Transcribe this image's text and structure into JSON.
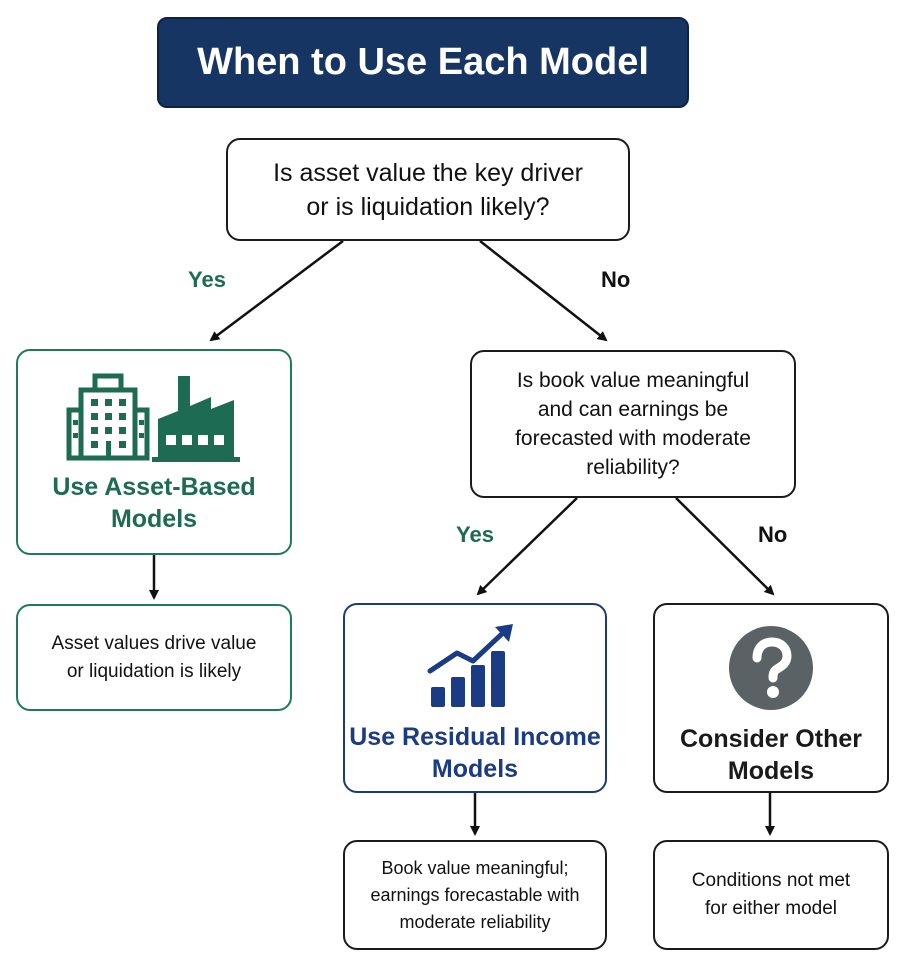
{
  "title": "When to Use Each Model",
  "question1": {
    "line1": "Is asset value the key driver",
    "line2": "or is liquidation likely?"
  },
  "question2": {
    "line1": "Is book value meaningful",
    "line2": "and can earnings be",
    "line3": "forecasted with moderate",
    "line4": "reliability?"
  },
  "branch_labels": {
    "q1_yes": "Yes",
    "q1_no": "No",
    "q2_yes": "Yes",
    "q2_no": "No"
  },
  "asset_model": {
    "label_line1": "Use Asset-Based",
    "label_line2": "Models",
    "icon": "buildings-factory-icon",
    "desc_line1": "Asset values drive value",
    "desc_line2": "or liquidation is likely"
  },
  "residual_model": {
    "label_line1": "Use Residual Income",
    "label_line2": "Models",
    "icon": "rising-bar-chart-icon",
    "desc_line1": "Book value meaningful;",
    "desc_line2": "earnings forecastable with",
    "desc_line3": "moderate reliability"
  },
  "other_model": {
    "label_line1": "Consider Other",
    "label_line2": "Models",
    "icon": "question-mark-icon",
    "desc_line1": "Conditions not met",
    "desc_line2": "for either model"
  },
  "colors": {
    "title_bg": "#163563",
    "asset_green": "#1c6b52",
    "residual_blue": "#1b3b84",
    "question_gray": "#5b6266"
  }
}
